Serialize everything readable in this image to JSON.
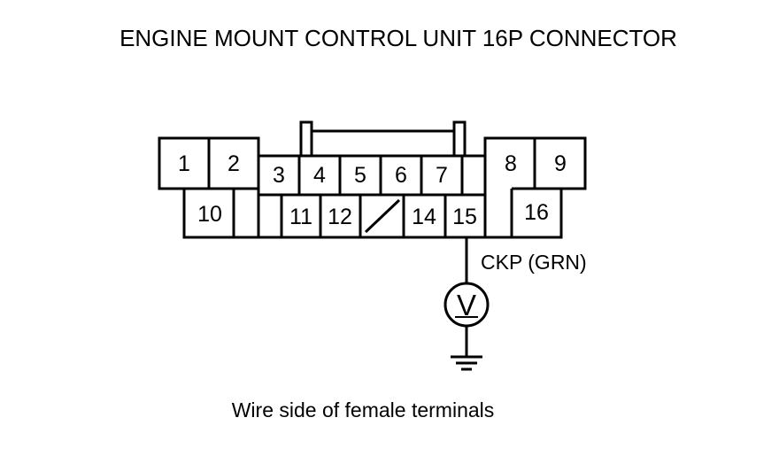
{
  "title": "ENGINE MOUNT CONTROL UNIT 16P CONNECTOR",
  "terminals": {
    "t1": "1",
    "t2": "2",
    "t3": "3",
    "t4": "4",
    "t5": "5",
    "t6": "6",
    "t7": "7",
    "t8": "8",
    "t9": "9",
    "t10": "10",
    "t11": "11",
    "t12": "12",
    "t14": "14",
    "t15": "15",
    "t16": "16"
  },
  "wire_label": "CKP (GRN)",
  "meter_symbol": "V",
  "caption": "Wire side of female terminals",
  "colors": {
    "line": "#000000",
    "background": "#ffffff"
  }
}
